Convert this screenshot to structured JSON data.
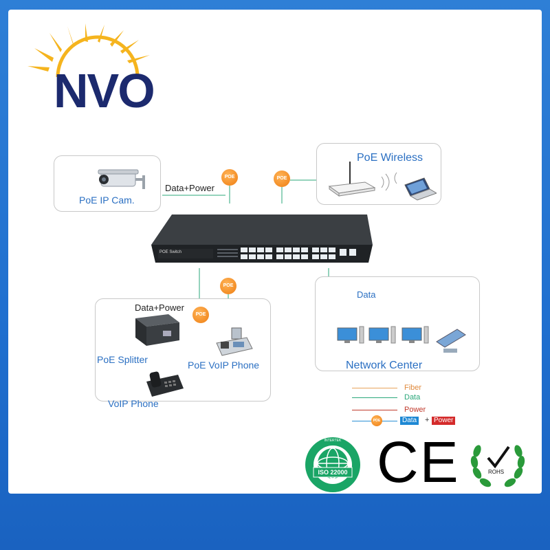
{
  "brand": {
    "name": "NVO",
    "color": "#1c2a6e",
    "sun_color": "#f5b41e"
  },
  "labels": {
    "ip_cam": "PoE IP Cam.",
    "data_power_top": "Data+Power",
    "poe_wireless": "PoE Wireless",
    "data_power_bottom": "Data+Power",
    "poe_splitter": "PoE Splitter",
    "poe_voip_phone": "PoE VoIP Phone",
    "voip_phone": "VoIP Phone",
    "data": "Data",
    "network_center": "Network Center"
  },
  "poe_badge": "POE",
  "switch": {
    "label": "POE Switch"
  },
  "legend": {
    "fiber": {
      "label": "Fiber",
      "color": "#e8a35b"
    },
    "data": {
      "label": "Data",
      "color": "#2aa77a"
    },
    "power": {
      "label": "Power",
      "color": "#c0392b"
    },
    "combined": {
      "data_tag": "Data",
      "plus": "+",
      "power_tag": "Power",
      "data_color": "#1e88d4",
      "power_color": "#d42b2b"
    }
  },
  "certifications": {
    "intertek": {
      "ring": "INTERTEK",
      "text": "ISO 22000"
    },
    "ce": {
      "text": "CE"
    },
    "rohs": {
      "text": "ROHS"
    }
  },
  "colors": {
    "page_bg": "#2578d2",
    "label_blue": "#2a6fc2",
    "box_border": "#c8c8c8"
  }
}
